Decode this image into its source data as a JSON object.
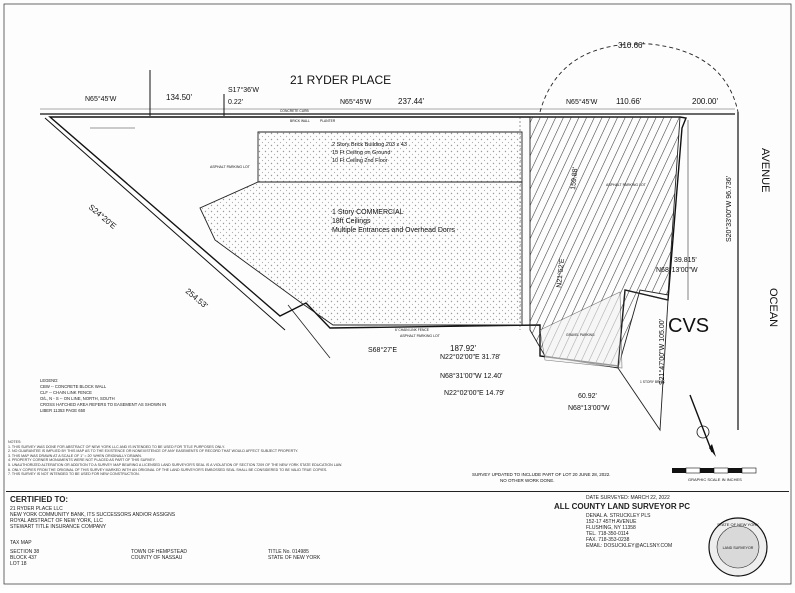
{
  "street": {
    "north": "21 RYDER PLACE",
    "east_1": "AVENUE",
    "east_2": "OCEAN"
  },
  "tenant_label": "CVS",
  "bearings": {
    "n_top_left": "N65°45'W",
    "d_top_left": "134.50'",
    "s_top_mid": "S17°36'W",
    "d_top_mid": "0.22'",
    "n_top_center": "N65°45'W",
    "d_top_center": "237.44'",
    "n_top_right": "N65°45'W",
    "d_top_right": "110.66'",
    "d_arc": "310.66'",
    "d_corner": "200.00'",
    "west_bearing": "S24°20'E",
    "west_dist": "254.53'",
    "east_bearing": "S20°33'00\"W 96.736'",
    "mid_bearing": "N21°52'E",
    "mid_dist": "159.88'",
    "e_step_dist": "39.815'",
    "e_step_bearing": "N68°13'00\"W",
    "e_lower": "S21°47'00\"W 105.00'",
    "s_main_bearing": "S68°27'E",
    "s_main_dist": "187.92'",
    "s_a": "N22°02'00\"E 31.78'",
    "s_b": "N68°31'00\"W 12.40'",
    "s_c": "N22°02'00\"E 14.79'",
    "s_d": "60.92'",
    "s_e": "N68°13'00\"W"
  },
  "building_upper": {
    "l1": "2 Story Brick Building 203 x 43",
    "l2": "15 Ft Ceiling on Ground",
    "l3": "10 Ft Ceiling 2nd Floor"
  },
  "building_main": {
    "l1": "1 Story COMMERCIAL",
    "l2": "18ft Ceilings",
    "l3": "Multiple Entrances and Overhead Dorrs"
  },
  "small_labels": {
    "asphalt_lot": "ASPHALT PARKING LOT",
    "asphalt_lot_right": "ASPHALT PARKING LOT",
    "asphalt_lot_south": "ASPHALT PARKING LOT",
    "concrete_curb": "CONCRETE CURB",
    "planter": "PLANTER",
    "brick_wall": "BRICK WALL",
    "chain_link": "6' CHAIN LINK FENCE",
    "gravel": "GRAVEL PARKING",
    "one_story_brick": "1 STORY BRICK"
  },
  "legend": {
    "title": "LEGEND:",
    "items": [
      "CBW -- CONCRETE BLOCK WALL",
      "CLF -- CHAIN LINK FENCE",
      "O/L, N - S -- ON LINE, NORTH, SOUTH",
      "CROSS HATCHED AREA REFERS TO EASEMENT AS SHOWN IN",
      "LIBER 11353 PAGE 650"
    ]
  },
  "notes": {
    "title": "NOTES:",
    "lines": [
      "1. THIS SURVEY WAS DONE FOR ABSTRACT OF NEW YORK LLC AND IS INTENDED TO BE USED FOR TITLE PURPOSES ONLY.",
      "2. NO GUARANTEE IS IMPLIED BY THIS MAP AS TO THE EXISTENCE OR NONEXISTENCE OF ANY EASEMENTS OF RECORD THAT WOULD AFFECT SUBJECT PROPERTY.",
      "3. THIS MAP WAS DRAWN AT A SCALE OF 1\" = 20' WHEN ORIGINALLY DRAWN.",
      "4. PROPERTY CORNER MONUMENTS WERE NOT PLACED AS PART OF THIS SURVEY.",
      "5. UNAUTHORIZED ALTERATION OR ADDITION TO A SURVEY MAP BEARING A LICENSED LAND SURVEYOR'S SEAL IS A VIOLATION OF SECTION 7209 OF THE NEW YORK STATE EDUCATION LAW.",
      "6. ONLY COPIES FROM THE ORIGINAL OF THIS SURVEY MARKED WITH AN ORIGINAL OF THE LAND SURVEYOR'S EMBOSSED SEAL SHALL BE CONSIDERED TO BE VALID TRUE COPIES.",
      "7. THIS SURVEY IS NOT INTENDED TO BE USED FOR NEW CONSTRUCTION."
    ]
  },
  "survey_update": {
    "l1": "SURVEY UPDATED TO INCLUDE PART OF LOT 20 JUNE 28, 2022.",
    "l2": "NO OTHER WORK DONE."
  },
  "scale_caption": "GRAPHIC SCALE IN INCHES",
  "certified": {
    "title": "CERTIFIED TO:",
    "lines": [
      "21 RYDER PLACE LLC",
      "NEW YORK COMMUNITY BANK, ITS SUCCESSORS AND/OR ASSIGNS",
      "ROYAL ABSTRACT OF NEW YORK, LLC",
      "STEWART TITLE INSURANCE COMPANY"
    ]
  },
  "tax_map": {
    "title": "TAX MAP",
    "section": "SECTION 38",
    "block": "BLOCK 437",
    "lot": "LOT 18"
  },
  "town": {
    "l1": "TOWN OF HEMPSTEAD",
    "l2": "COUNTY OF NASSAU"
  },
  "title_no": {
    "l1": "TITLE No. 014985",
    "l2": "STATE OF NEW YORK"
  },
  "firm": {
    "date": "DATE SURVEYED: MARCH 22, 2022",
    "name": "ALL COUNTY LAND SURVEYOR PC",
    "surveyor": "DENAL A. STRUCKLEY PLS",
    "addr1": "152-17 45TH AVENUE",
    "addr2": "FLUSHING, NY 11358",
    "tel": "TEL. 718-350-0114",
    "fax": "FAX. 718-353-0238",
    "email": "EMAIL: DOSUCKLEY@ACLSNY.COM"
  },
  "seal": {
    "ring": "STATE OF NEW YORK",
    "center": "LAND SURVEYOR"
  },
  "colors": {
    "ink": "#111111",
    "hatch": "#3a3a3a",
    "stipple": "#9a9a9a"
  }
}
